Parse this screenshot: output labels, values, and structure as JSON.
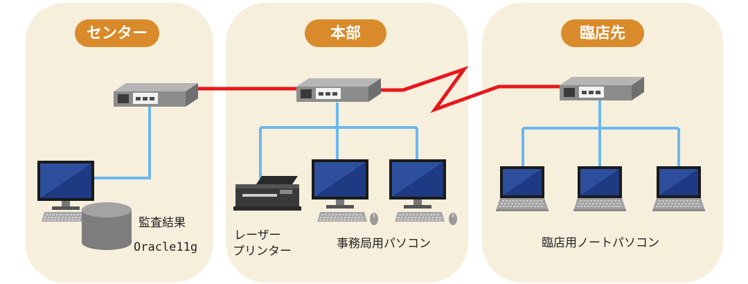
{
  "zones": [
    {
      "title": "センター"
    },
    {
      "title": "本部"
    },
    {
      "title": "臨店先"
    }
  ],
  "labels": {
    "audit": "監査結果",
    "oracle": "Oracle11g",
    "printer_line1": "レーザー",
    "printer_line2": "プリンター",
    "office_pc": "事務局用パソコン",
    "store_laptop": "臨店用ノートパソコン"
  },
  "colors": {
    "zone_bg": "#f6efdc",
    "badge": "#d98a2a",
    "wan_line": "#e8161c",
    "lan_line": "#6ab7ef",
    "monitor_screen": "#2d4f9e",
    "router": "#8c8c8c"
  }
}
